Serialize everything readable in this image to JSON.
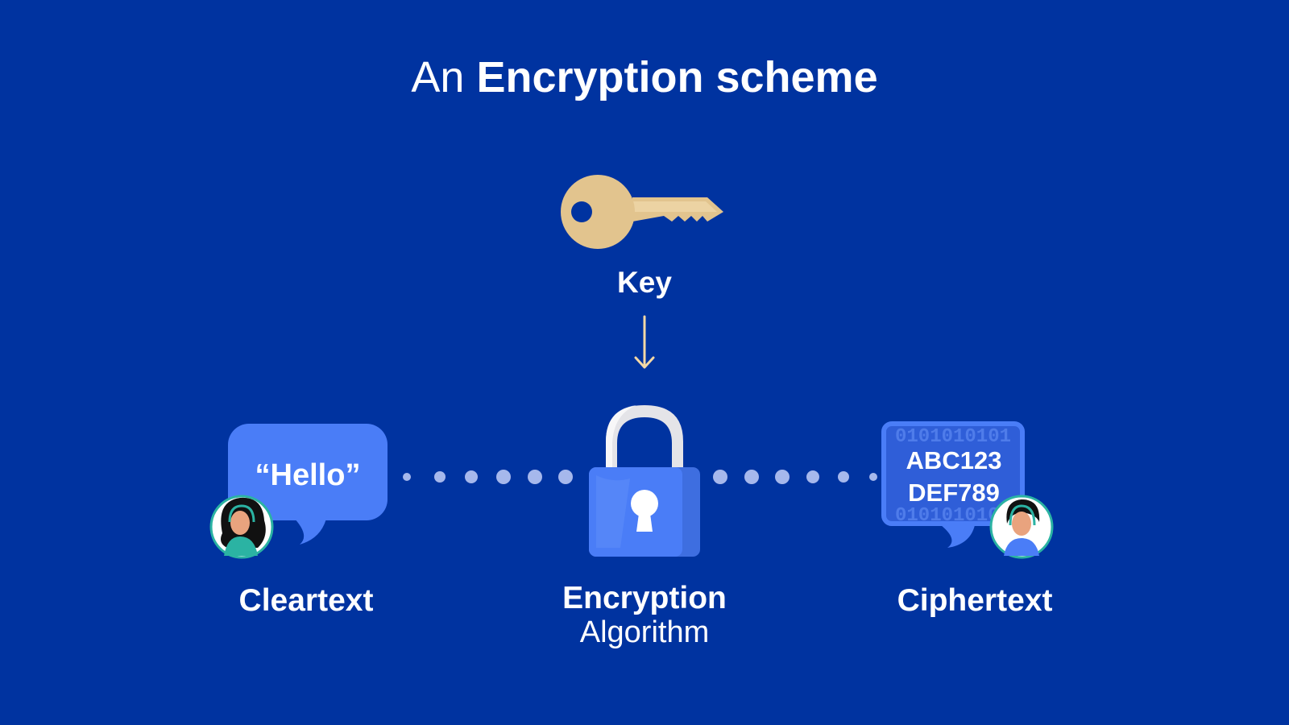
{
  "title": {
    "prefix": "An",
    "emphasis": "Encryption scheme"
  },
  "key": {
    "label": "Key",
    "icon": "key-icon",
    "color": "#E2C48E"
  },
  "cleartext": {
    "message": "“Hello”",
    "label": "Cleartext",
    "icon": "speech-bubble-icon"
  },
  "algorithm": {
    "line1": "Encryption",
    "line2": "Algorithm",
    "icon": "padlock-icon"
  },
  "ciphertext": {
    "line1": "ABC123",
    "line2": "DEF789",
    "label": "Ciphertext",
    "icon": "cipher-bubble-icon",
    "binary_pattern": "0101010101"
  },
  "colors": {
    "background": "#0033A0",
    "accent": "#4A7DF7",
    "text": "#FFFFFF",
    "arrow": "#F3D8A6",
    "dots": "#A6B8EC"
  }
}
